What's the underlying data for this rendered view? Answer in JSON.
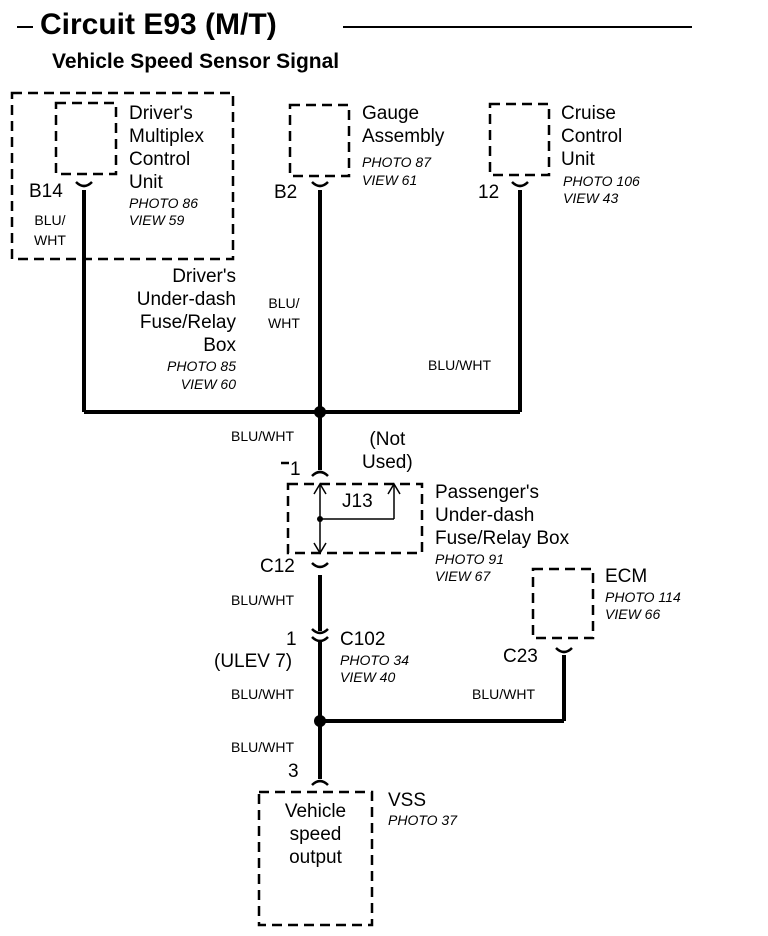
{
  "title": "Circuit E93 (M/T)",
  "subtitle": "Vehicle Speed Sensor Signal",
  "components": {
    "dmcu": {
      "name": "Driver's\nMultiplex\nControl\nUnit",
      "photo": "PHOTO 86",
      "view": "VIEW 59",
      "pin": "B14"
    },
    "gauge": {
      "name": "Gauge\nAssembly",
      "photo": "PHOTO 87",
      "view": "VIEW 61",
      "pin": "B2"
    },
    "cruise": {
      "name": "Cruise\nControl\nUnit",
      "photo": "PHOTO 106",
      "view": "VIEW 43",
      "pin": "12"
    },
    "dfuse": {
      "name": "Driver's\nUnder-dash\nFuse/Relay\nBox",
      "photo": "PHOTO 85",
      "view": "VIEW 60"
    },
    "pfuse": {
      "name": "Passenger's\nUnder-dash\nFuse/Relay Box",
      "photo": "PHOTO 91",
      "view": "VIEW 67",
      "junction": "J13",
      "pin_top": "1",
      "pin_bottom": "C12",
      "not_used": "(Not\nUsed)"
    },
    "ecm": {
      "name": "ECM",
      "photo": "PHOTO 114",
      "view": "VIEW 66",
      "pin": "C23"
    },
    "c102": {
      "name": "C102",
      "photo": "PHOTO 34",
      "view": "VIEW 40",
      "pin": "1",
      "note": "(ULEV 7)"
    },
    "vss": {
      "name": "VSS",
      "photo": "PHOTO 37",
      "inner": "Vehicle\nspeed\noutput",
      "pin": "3"
    }
  },
  "wire_labels": {
    "dmcu": "BLU/\nWHT",
    "gauge": "BLU/\nWHT",
    "cruise": "BLU/WHT",
    "junction_down": "BLU/WHT",
    "c12_down": "BLU/WHT",
    "c102_down": "BLU/WHT",
    "ecm": "BLU/WHT",
    "vss_up": "BLU/WHT"
  }
}
